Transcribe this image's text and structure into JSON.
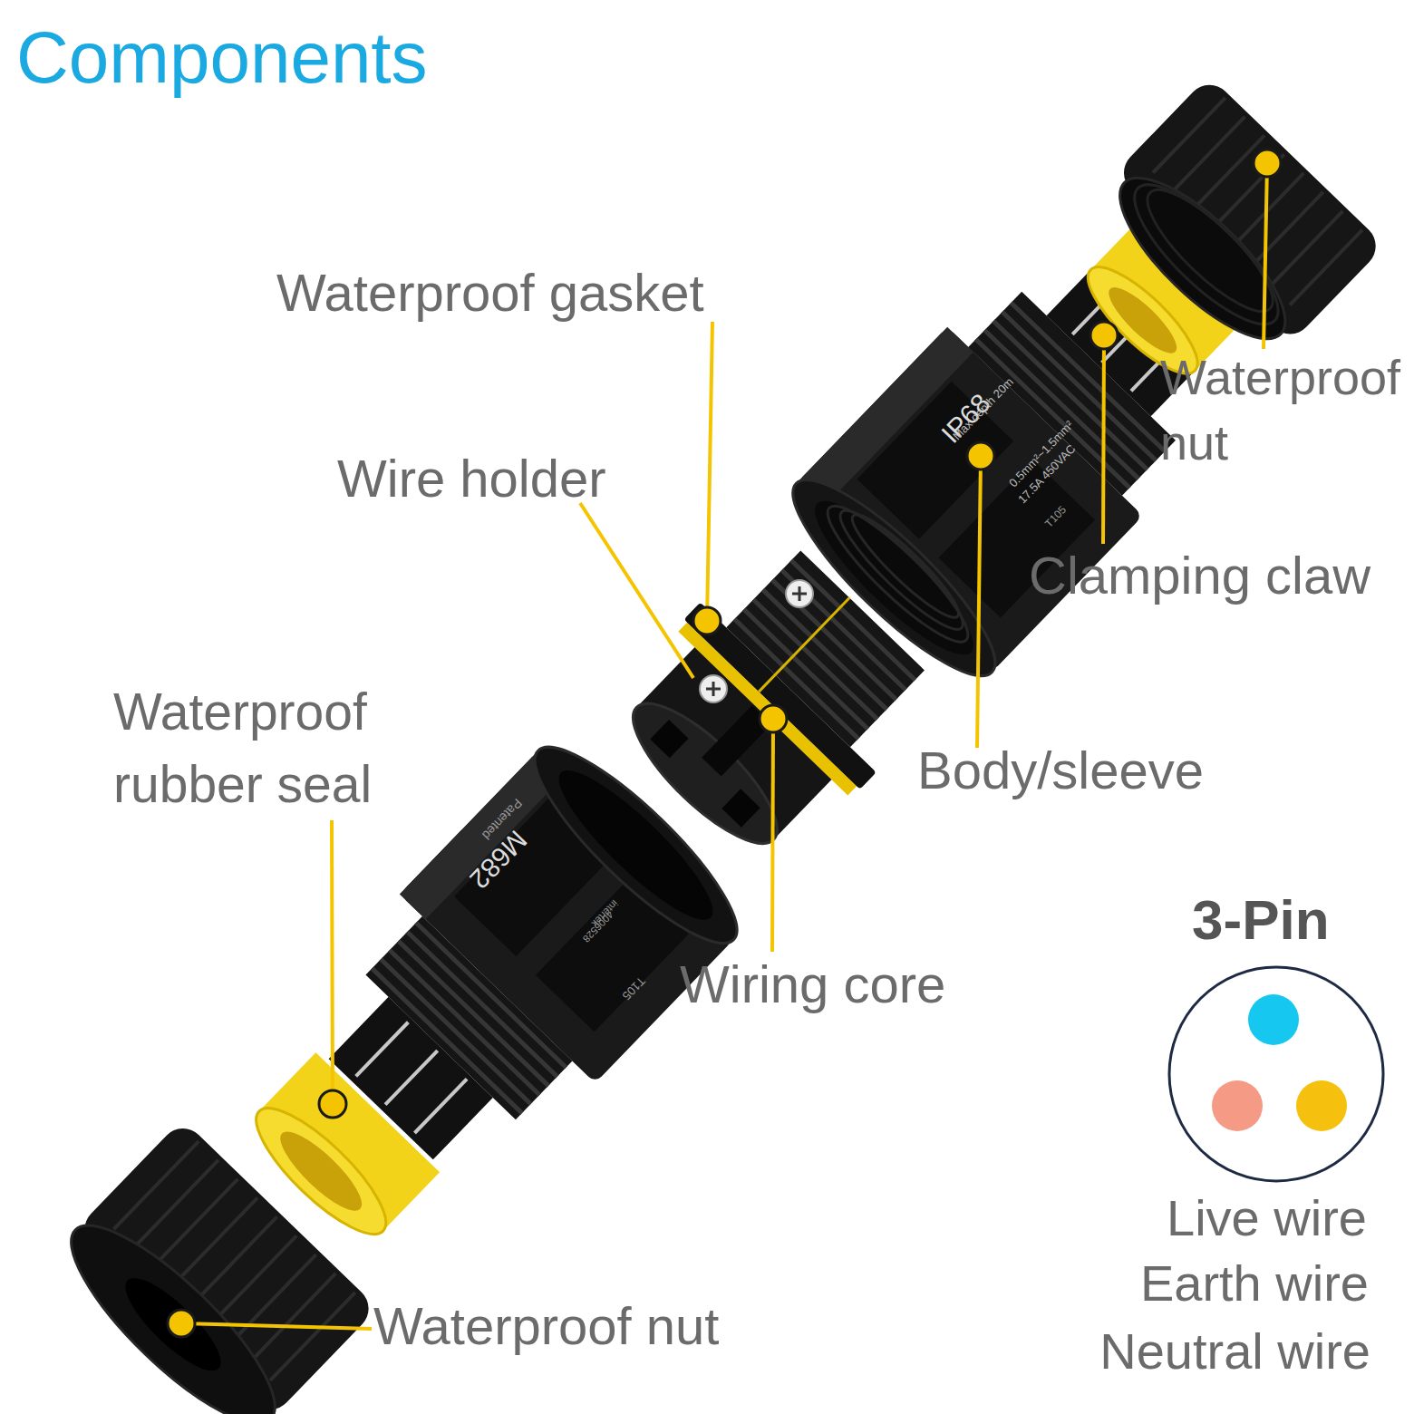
{
  "diagram": {
    "title": "Components",
    "labels": [
      "Waterproof gasket",
      "Wire holder",
      "Waterproof rubber seal",
      "Wiring core",
      "Waterproof nut",
      "Clamping claw",
      "Body/sleeve",
      "Waterproof nut",
      "3-Pin",
      "IP68",
      "Max depth 20m",
      "0.5mm²~1.5mm²",
      "17.5A 450VAC",
      "T105",
      "M682",
      "Patented",
      "intertek",
      "4006528",
      "T105"
    ],
    "legend": [
      {
        "text": "Live wire",
        "color": "#16c8f0"
      },
      {
        "text": "Earth wire",
        "color": "#f59a85"
      },
      {
        "text": "Neutral wire",
        "color": "#f6c00e"
      }
    ]
  }
}
